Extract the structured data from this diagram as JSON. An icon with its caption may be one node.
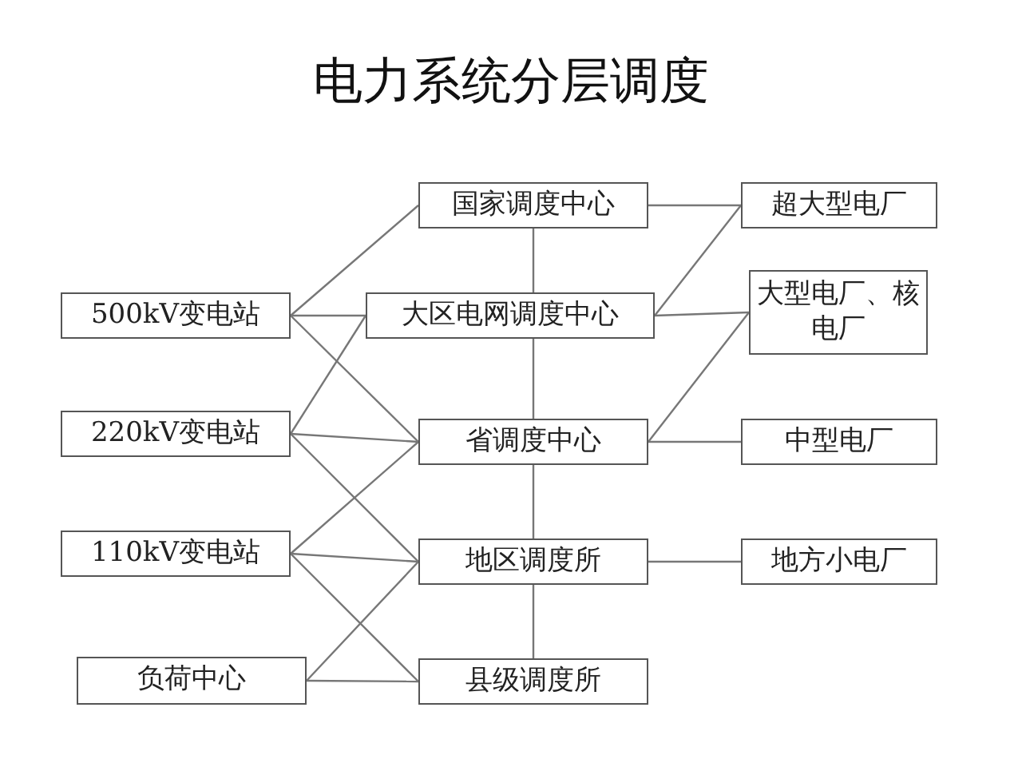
{
  "diagram": {
    "title": "电力系统分层调度",
    "nodes": [
      {
        "text": [
          "国家调度中心"
        ]
      },
      {
        "text": [
          "大区电网调度中心"
        ]
      },
      {
        "text": [
          "省调度中心"
        ]
      },
      {
        "text": [
          "地区调度所"
        ]
      },
      {
        "text": [
          "县级调度所"
        ]
      },
      {
        "text": [
          "500kV变电站"
        ]
      },
      {
        "text": [
          "220kV变电站"
        ]
      },
      {
        "text": [
          "110kV变电站"
        ]
      },
      {
        "text": [
          "负荷中心"
        ]
      },
      {
        "text": [
          "超大型电厂"
        ]
      },
      {
        "text": [
          "大型电厂、核电厂"
        ]
      },
      {
        "text": [
          "中型电厂"
        ]
      },
      {
        "text": [
          "地方小电厂"
        ]
      }
    ],
    "edges": [
      {
        "from": 0,
        "to": 1,
        "arrow": "none"
      },
      {
        "from": 1,
        "to": 2,
        "arrow": "none"
      },
      {
        "from": 2,
        "to": 3,
        "arrow": "none"
      },
      {
        "from": 3,
        "to": 4,
        "arrow": "none"
      },
      {
        "from": 5,
        "to": 0,
        "arrow": "none"
      },
      {
        "from": 5,
        "to": 1,
        "arrow": "none"
      },
      {
        "from": 5,
        "to": 2,
        "arrow": "none"
      },
      {
        "from": 6,
        "to": 1,
        "arrow": "none"
      },
      {
        "from": 6,
        "to": 2,
        "arrow": "none"
      },
      {
        "from": 6,
        "to": 3,
        "arrow": "none"
      },
      {
        "from": 7,
        "to": 2,
        "arrow": "none"
      },
      {
        "from": 7,
        "to": 3,
        "arrow": "none"
      },
      {
        "from": 7,
        "to": 4,
        "arrow": "none"
      },
      {
        "from": 8,
        "to": 3,
        "arrow": "none"
      },
      {
        "from": 8,
        "to": 4,
        "arrow": "none"
      },
      {
        "from": 0,
        "to": 9,
        "arrow": "none"
      },
      {
        "from": 1,
        "to": 9,
        "arrow": "none"
      },
      {
        "from": 1,
        "to": 10,
        "arrow": "none"
      },
      {
        "from": 2,
        "to": 10,
        "arrow": "none"
      },
      {
        "from": 2,
        "to": 11,
        "arrow": "none"
      },
      {
        "from": 3,
        "to": 12,
        "arrow": "none"
      }
    ]
  }
}
